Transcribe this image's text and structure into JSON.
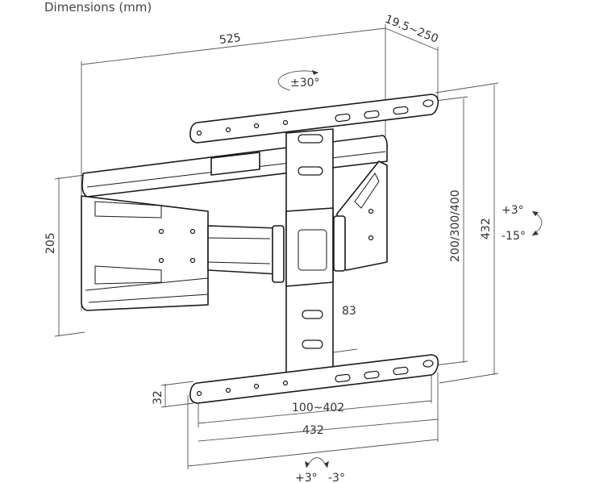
{
  "title": "Dimensions (mm)",
  "dimensions": {
    "overall_width": "525",
    "depth": "19.5~250",
    "swivel": "±30°",
    "arm_height": "205",
    "vesa_vertical": "200/300/400",
    "overall_height": "432",
    "tilt_up": "+3°",
    "tilt_down": "-15°",
    "plate_width": "83",
    "bar_height": "32",
    "vesa_horizontal": "100~402",
    "bar_width": "432",
    "level_plus": "+3°",
    "level_minus": "-3°"
  },
  "colors": {
    "line": "#1a1a1a",
    "dimension": "#555555"
  }
}
